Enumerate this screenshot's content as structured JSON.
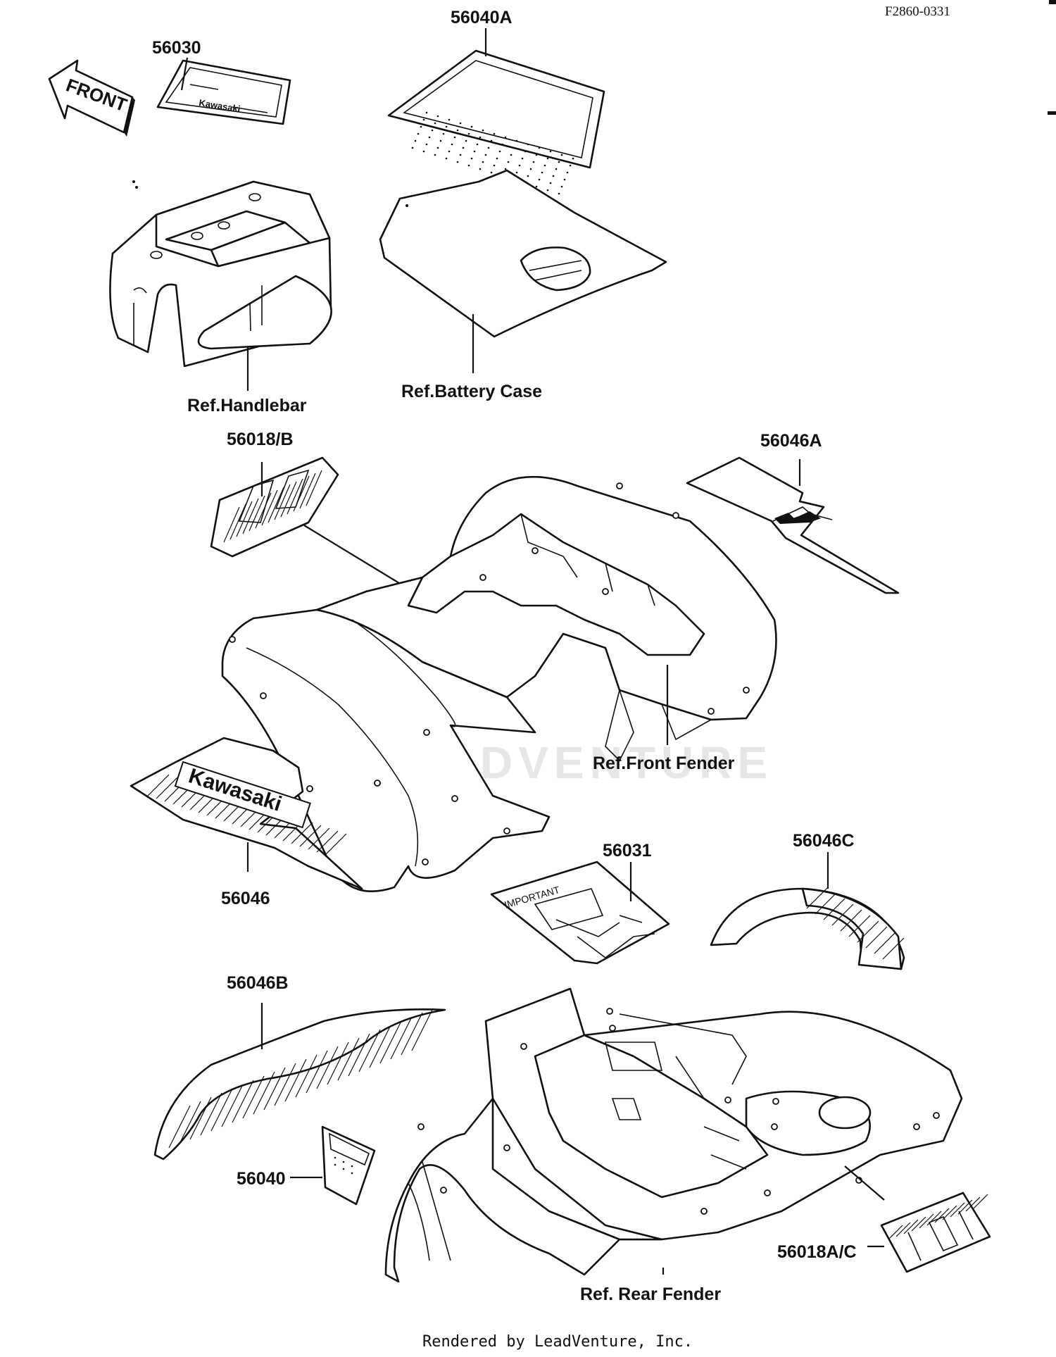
{
  "diagram_code": "F2860-0331",
  "watermark": "LEADVENTURE",
  "footer": "Rendered by LeadVenture, Inc.",
  "decal_texts": {
    "front_arrow": "FRONT",
    "brand": "Kawasaki",
    "important_tag": "IMPORTANT"
  },
  "parts": [
    {
      "id": "56030",
      "label": "56030"
    },
    {
      "id": "56040A",
      "label": "56040A"
    },
    {
      "id": "56018B",
      "label": "56018/B"
    },
    {
      "id": "56046A",
      "label": "56046A"
    },
    {
      "id": "56046",
      "label": "56046"
    },
    {
      "id": "56031",
      "label": "56031"
    },
    {
      "id": "56046C",
      "label": "56046C"
    },
    {
      "id": "56046B",
      "label": "56046B"
    },
    {
      "id": "56040",
      "label": "56040"
    },
    {
      "id": "56018AC",
      "label": "56018A/C"
    }
  ],
  "references": [
    {
      "id": "handlebar",
      "label": "Ref.Handlebar"
    },
    {
      "id": "battery_case",
      "label": "Ref.Battery Case"
    },
    {
      "id": "front_fender",
      "label": "Ref.Front Fender"
    },
    {
      "id": "rear_fender",
      "label": "Ref. Rear Fender"
    }
  ]
}
